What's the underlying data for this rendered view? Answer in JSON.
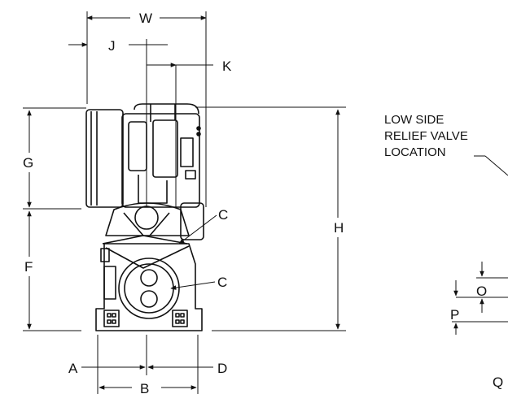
{
  "dimension_labels": {
    "W": "W",
    "J": "J",
    "K": "K",
    "G": "G",
    "F": "F",
    "H": "H",
    "C_upper": "C",
    "C_lower": "C",
    "A": "A",
    "B": "B",
    "D": "D",
    "O": "O",
    "P": "P",
    "Q": "Q"
  },
  "callout": {
    "line1": "LOW SIDE",
    "line2": "RELIEF VALVE",
    "line3": "LOCATION"
  }
}
